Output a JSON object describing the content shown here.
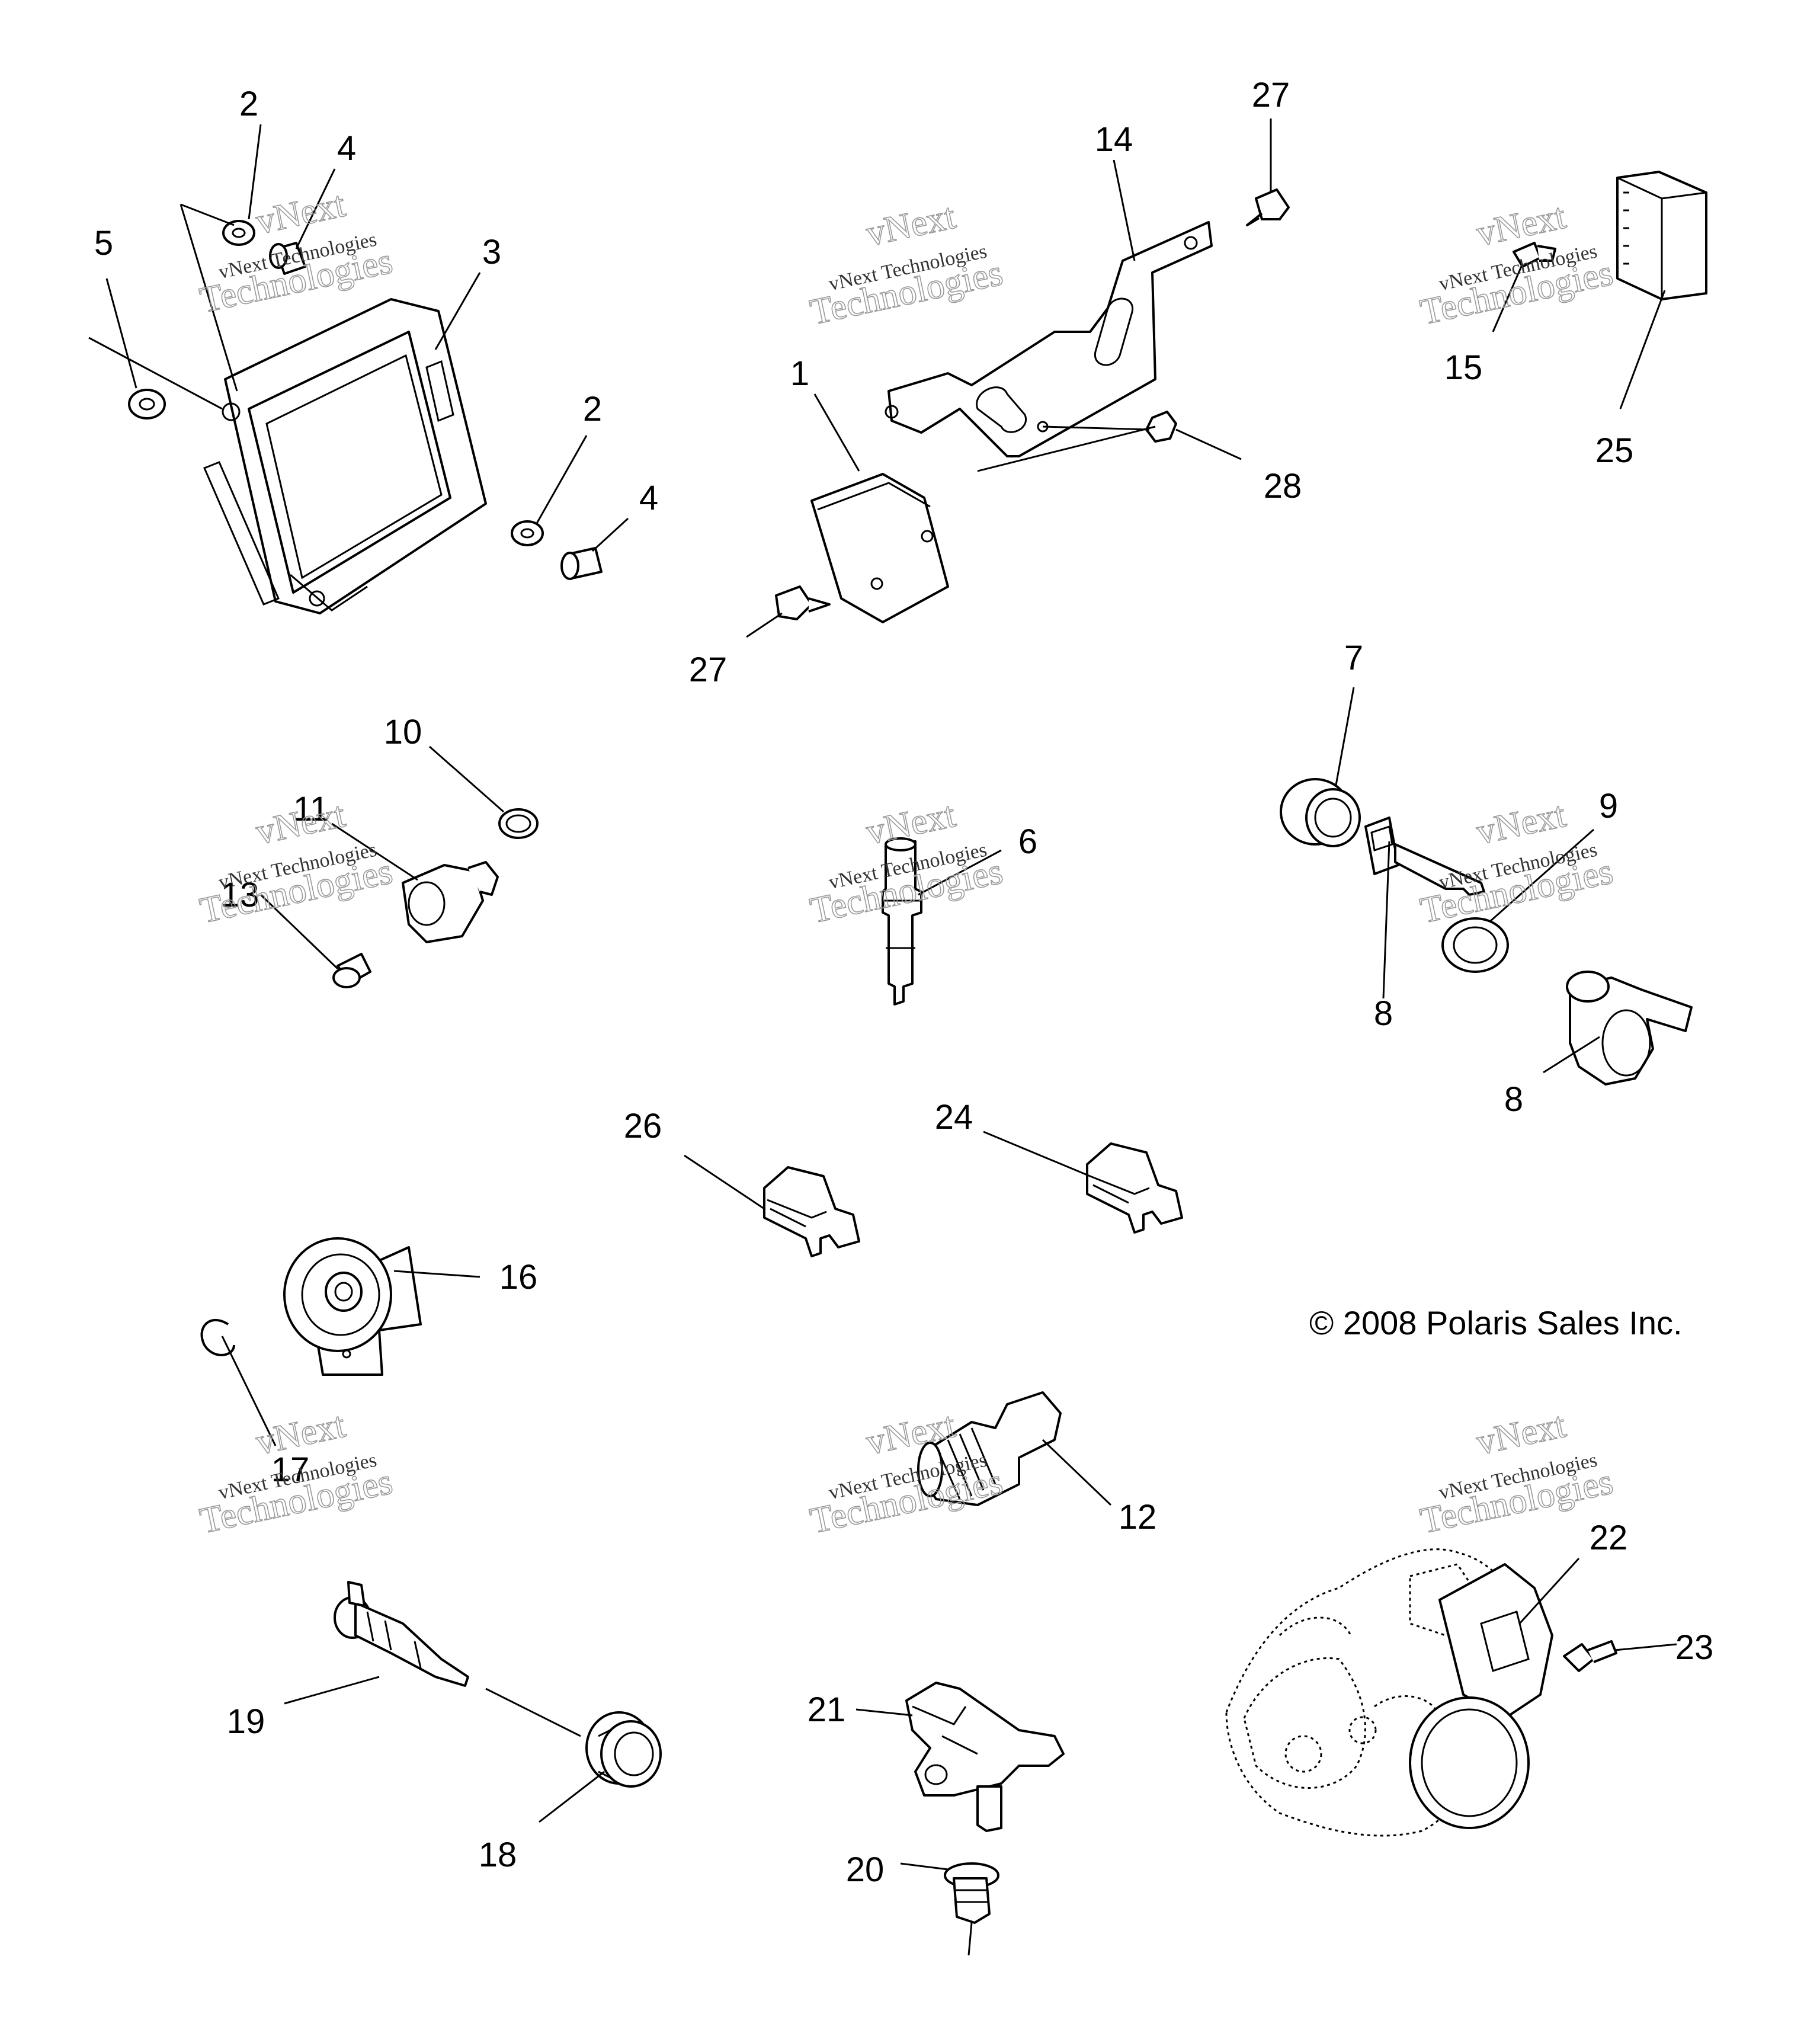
{
  "copyright": "© 2008 Polaris Sales Inc.",
  "watermark": {
    "line1": "vNext",
    "line2": "vNext Technologies",
    "line3": "Technologies"
  },
  "callouts": [
    {
      "id": "c-2a",
      "text": "2"
    },
    {
      "id": "c-4a",
      "text": "4"
    },
    {
      "id": "c-5",
      "text": "5"
    },
    {
      "id": "c-3",
      "text": "3"
    },
    {
      "id": "c-2b",
      "text": "2"
    },
    {
      "id": "c-4b",
      "text": "4"
    },
    {
      "id": "c-14",
      "text": "14"
    },
    {
      "id": "c-27a",
      "text": "27"
    },
    {
      "id": "c-1",
      "text": "1"
    },
    {
      "id": "c-28",
      "text": "28"
    },
    {
      "id": "c-27b",
      "text": "27"
    },
    {
      "id": "c-15",
      "text": "15"
    },
    {
      "id": "c-25",
      "text": "25"
    },
    {
      "id": "c-10",
      "text": "10"
    },
    {
      "id": "c-11",
      "text": "11"
    },
    {
      "id": "c-13",
      "text": "13"
    },
    {
      "id": "c-6",
      "text": "6"
    },
    {
      "id": "c-7",
      "text": "7"
    },
    {
      "id": "c-9",
      "text": "9"
    },
    {
      "id": "c-8a",
      "text": "8"
    },
    {
      "id": "c-8b",
      "text": "8"
    },
    {
      "id": "c-26",
      "text": "26"
    },
    {
      "id": "c-24",
      "text": "24"
    },
    {
      "id": "c-16",
      "text": "16"
    },
    {
      "id": "c-17",
      "text": "17"
    },
    {
      "id": "c-12",
      "text": "12"
    },
    {
      "id": "c-22",
      "text": "22"
    },
    {
      "id": "c-23",
      "text": "23"
    },
    {
      "id": "c-19",
      "text": "19"
    },
    {
      "id": "c-18",
      "text": "18"
    },
    {
      "id": "c-21",
      "text": "21"
    },
    {
      "id": "c-20",
      "text": "20"
    }
  ]
}
